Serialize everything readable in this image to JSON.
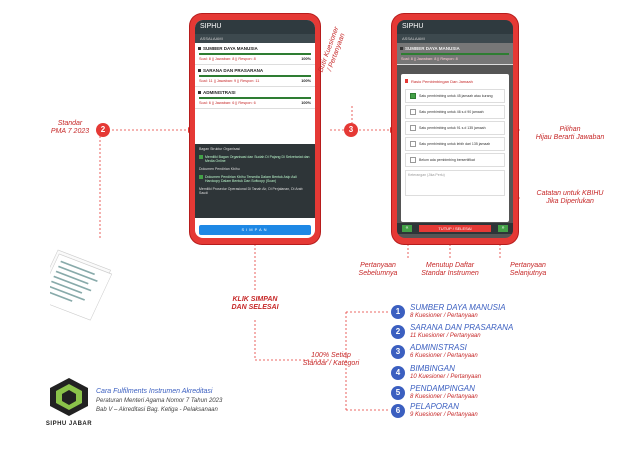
{
  "colors": {
    "accent_red": "#e53935",
    "blue": "#3b5fc0",
    "green": "#43a047",
    "dark": "#2f3a3f"
  },
  "phone1": {
    "app_title": "SIPHU",
    "sub": "ASSALAAMI",
    "sections": [
      {
        "title": "SUMBER DAYA MANUSIA",
        "stat": "Soal: 8 || Jawaban: 8 || Respon: 8",
        "pct": "100%"
      },
      {
        "title": "SARANA DAN PRASARANA",
        "stat": "Soal: 11 || Jawaban: 9 || Respon: 11",
        "pct": "100%"
      },
      {
        "title": "ADMINISTRASI",
        "stat": "Soal: 6 || Jawaban: 6 || Respon: 6",
        "pct": "100%"
      }
    ],
    "q1": "Bagan Struktur Organisasi",
    "a1": "Memiliki Bagan Organisasi dan Sudah Di Pajang Di Sekretariat dan Media Online",
    "q2": "Dokumen Pendirian Kbihu",
    "a2": "Dokumen Pendirian Kbihu Tersedia Dalam Bentuk Asip Asli Hardcopy Dalam Bentuk Dan Softcopy (Scan)",
    "q3": "Memiliki Prosedur Operasional Di Tanah Air, Di Perjalanan, Di Arab Saudi",
    "simpan": "SIMPAN"
  },
  "phone2": {
    "app_title": "SIPHU",
    "sub": "ASSALAAMI",
    "section": "SUMBER DAYA MANUSIA",
    "stat": "Soal: 8 || Jawaban: 8 || Respon: 8",
    "modal_title": "Rasio Pembimbingan Dan Jamaah",
    "options": [
      "Satu pembimbing untuk 45 jamaah atau kurang",
      "Satu pembimbing untuk 46 s.d 90 jamaah",
      "Satu pembimbing untuk 91 s.d 135 jamaah",
      "Satu pembimbing untuk lebih dari 135 jamaah",
      "Belum ada pembimbing bersertifikat"
    ],
    "note_placeholder": "Keterangan (Jika Perlu)",
    "close_btn": "TUTUP / SELESAI"
  },
  "labels": {
    "standar": "Standar\nPMA 7 2023",
    "butir": "Butir Kuesioner\n/ Pertanyaan",
    "pilihan": "Pilihan\nHijau Berarti Jawaban",
    "catatan": "Catatan untuk KBIHU\nJika Diperlukan",
    "prev": "Pertanyaan\nSebelumnya",
    "tutup": "Menutup Daftar\nStandar Instrumen",
    "next": "Pertanyaan\nSelanjutnya",
    "klik": "KLIK SIMPAN\nDAN SELESAI",
    "setiap": "100% Setiap\nStandar / Kategori",
    "n2": "2",
    "n3": "3"
  },
  "categories": [
    {
      "n": "1",
      "title": "SUMBER DAYA MANUSIA",
      "sub": "8 Kuesioner / Pertanyaan"
    },
    {
      "n": "2",
      "title": "SARANA DAN PRASARANA",
      "sub": "11 Kuesioner / Pertanyaan"
    },
    {
      "n": "3",
      "title": "ADMINISTRASI",
      "sub": "6 Kuesioner / Pertanyaan"
    },
    {
      "n": "4",
      "title": "BIMBINGAN",
      "sub": "10 Kuesioner / Pertanyaan"
    },
    {
      "n": "5",
      "title": "PENDAMPINGAN",
      "sub": "8 Kuesioner / Pertanyaan"
    },
    {
      "n": "6",
      "title": "PELAPORAN",
      "sub": "9 Kuesioner / Pertanyaan"
    }
  ],
  "footer": {
    "title": "Cara Fulfilments Instrumen Akreditasi",
    "line1": "Peraturan Menteri Agama Nomor 7 Tahun 2023",
    "line2": "Bab V – Akreditasi Bag. Ketiga - Pelaksanaan",
    "logo_text": "SIPHU JABAR"
  }
}
